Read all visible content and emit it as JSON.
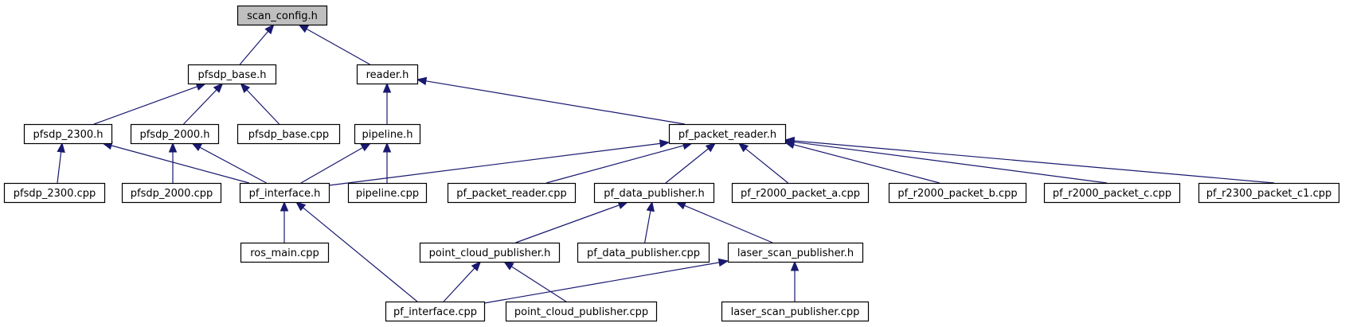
{
  "graph": {
    "colors": {
      "edge": "#191970",
      "root_fill": "#bfbfbf",
      "node_fill": "#ffffff",
      "node_border": "#000000"
    },
    "nodes": [
      {
        "id": "scan_config_h",
        "label": "scan_config.h",
        "root": true
      },
      {
        "id": "pfsdp_base_h",
        "label": "pfsdp_base.h"
      },
      {
        "id": "reader_h",
        "label": "reader.h"
      },
      {
        "id": "pfsdp_2300_h",
        "label": "pfsdp_2300.h"
      },
      {
        "id": "pfsdp_2000_h",
        "label": "pfsdp_2000.h"
      },
      {
        "id": "pfsdp_base_cpp",
        "label": "pfsdp_base.cpp"
      },
      {
        "id": "pipeline_h",
        "label": "pipeline.h"
      },
      {
        "id": "pf_packet_reader_h",
        "label": "pf_packet_reader.h"
      },
      {
        "id": "pfsdp_2300_cpp",
        "label": "pfsdp_2300.cpp"
      },
      {
        "id": "pfsdp_2000_cpp",
        "label": "pfsdp_2000.cpp"
      },
      {
        "id": "pf_interface_h",
        "label": "pf_interface.h"
      },
      {
        "id": "pipeline_cpp",
        "label": "pipeline.cpp"
      },
      {
        "id": "pf_packet_reader_cpp",
        "label": "pf_packet_reader.cpp"
      },
      {
        "id": "pf_data_publisher_h",
        "label": "pf_data_publisher.h"
      },
      {
        "id": "pf_r2000_packet_a_cpp",
        "label": "pf_r2000_packet_a.cpp"
      },
      {
        "id": "pf_r2000_packet_b_cpp",
        "label": "pf_r2000_packet_b.cpp"
      },
      {
        "id": "pf_r2000_packet_c_cpp",
        "label": "pf_r2000_packet_c.cpp"
      },
      {
        "id": "pf_r2300_packet_c1_cpp",
        "label": "pf_r2300_packet_c1.cpp"
      },
      {
        "id": "ros_main_cpp",
        "label": "ros_main.cpp"
      },
      {
        "id": "point_cloud_publisher_h",
        "label": "point_cloud_publisher.h"
      },
      {
        "id": "pf_data_publisher_cpp",
        "label": "pf_data_publisher.cpp"
      },
      {
        "id": "laser_scan_publisher_h",
        "label": "laser_scan_publisher.h"
      },
      {
        "id": "pf_interface_cpp",
        "label": "pf_interface.cpp"
      },
      {
        "id": "point_cloud_publisher_cpp",
        "label": "point_cloud_publisher.cpp"
      },
      {
        "id": "laser_scan_publisher_cpp",
        "label": "laser_scan_publisher.cpp"
      }
    ],
    "edges": [
      {
        "from": "pfsdp_base_h",
        "to": "scan_config_h"
      },
      {
        "from": "reader_h",
        "to": "scan_config_h"
      },
      {
        "from": "pfsdp_2300_h",
        "to": "pfsdp_base_h"
      },
      {
        "from": "pfsdp_2000_h",
        "to": "pfsdp_base_h"
      },
      {
        "from": "pfsdp_base_cpp",
        "to": "pfsdp_base_h"
      },
      {
        "from": "pipeline_h",
        "to": "reader_h"
      },
      {
        "from": "pf_packet_reader_h",
        "to": "reader_h"
      },
      {
        "from": "pfsdp_2300_cpp",
        "to": "pfsdp_2300_h"
      },
      {
        "from": "pf_interface_h",
        "to": "pfsdp_2300_h"
      },
      {
        "from": "pfsdp_2000_cpp",
        "to": "pfsdp_2000_h"
      },
      {
        "from": "pf_interface_h",
        "to": "pfsdp_2000_h"
      },
      {
        "from": "pf_interface_h",
        "to": "pipeline_h"
      },
      {
        "from": "pipeline_cpp",
        "to": "pipeline_h"
      },
      {
        "from": "pf_interface_h",
        "to": "pf_packet_reader_h"
      },
      {
        "from": "pf_packet_reader_cpp",
        "to": "pf_packet_reader_h"
      },
      {
        "from": "pf_data_publisher_h",
        "to": "pf_packet_reader_h"
      },
      {
        "from": "pf_r2000_packet_a_cpp",
        "to": "pf_packet_reader_h"
      },
      {
        "from": "pf_r2000_packet_b_cpp",
        "to": "pf_packet_reader_h"
      },
      {
        "from": "pf_r2000_packet_c_cpp",
        "to": "pf_packet_reader_h"
      },
      {
        "from": "pf_r2300_packet_c1_cpp",
        "to": "pf_packet_reader_h"
      },
      {
        "from": "ros_main_cpp",
        "to": "pf_interface_h"
      },
      {
        "from": "pf_interface_cpp",
        "to": "pf_interface_h"
      },
      {
        "from": "point_cloud_publisher_h",
        "to": "pf_data_publisher_h"
      },
      {
        "from": "pf_data_publisher_cpp",
        "to": "pf_data_publisher_h"
      },
      {
        "from": "laser_scan_publisher_h",
        "to": "pf_data_publisher_h"
      },
      {
        "from": "pf_interface_cpp",
        "to": "point_cloud_publisher_h"
      },
      {
        "from": "point_cloud_publisher_cpp",
        "to": "point_cloud_publisher_h"
      },
      {
        "from": "pf_interface_cpp",
        "to": "laser_scan_publisher_h"
      },
      {
        "from": "laser_scan_publisher_cpp",
        "to": "laser_scan_publisher_h"
      }
    ]
  }
}
